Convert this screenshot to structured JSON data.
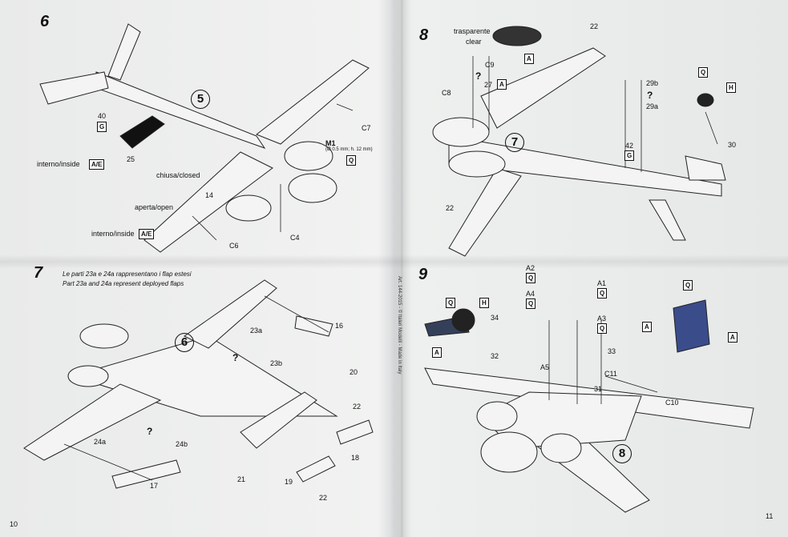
{
  "steps": {
    "s6": "6",
    "s7": "7",
    "s8": "8",
    "s9": "9"
  },
  "page_numbers": {
    "left": "10",
    "right": "11"
  },
  "vertical_text": "Art. 144-2015 - © Italeri Modelli - Made in Italy",
  "step6": {
    "circle_5": "5",
    "part_40": "40",
    "box_g": "G",
    "part_25": "25",
    "inside_1": "interno/inside",
    "box_ae_1": "A/E",
    "closed": "chiusa/closed",
    "part_14": "14",
    "open": "aperta/open",
    "inside_2": "interno/inside",
    "box_ae_2": "A/E",
    "c6": "C6",
    "c4": "C4",
    "c7": "C7",
    "m1": "M1",
    "m1_note": "(Ø 0.5 mm; h. 12 mm)",
    "box_q": "Q"
  },
  "step7": {
    "note_it": "Le parti 23a e 24a rappresentano i flap estesi",
    "note_en": "Part 23a and 24a represent deployed flaps",
    "circle_6": "6",
    "p16": "16",
    "p23a": "23a",
    "p23b": "23b",
    "q1": "?",
    "p20": "20",
    "p22a": "22",
    "p18": "18",
    "p24a": "24a",
    "p24b": "24b",
    "q2": "?",
    "p17": "17",
    "p21": "21",
    "p19": "19",
    "p22b": "22"
  },
  "step8": {
    "clear_it": "trasparente",
    "clear_en": "clear",
    "box_a": "A",
    "p22": "22",
    "c9": "C9",
    "q1": "?",
    "p27": "27",
    "box_a2": "A",
    "c8": "C8",
    "circle_7": "7",
    "p29b": "29b",
    "q2": "?",
    "p29a": "29a",
    "p42": "42",
    "box_g": "G",
    "p22b": "22",
    "box_q": "Q",
    "box_h": "H",
    "p30": "30"
  },
  "step9": {
    "a2": "A2",
    "box_q1": "Q",
    "a1": "A1",
    "box_q2": "Q",
    "a4": "A4",
    "box_q3": "Q",
    "a3": "A3",
    "box_q4": "Q",
    "box_q5": "Q",
    "box_h": "H",
    "box_a": "A",
    "p34": "34",
    "p32": "32",
    "p33": "33",
    "a5": "A5",
    "p31": "31",
    "c11": "C11",
    "c10": "C10",
    "circle_8": "8",
    "box_q6": "Q",
    "box_a2": "A",
    "box_a3": "A"
  }
}
